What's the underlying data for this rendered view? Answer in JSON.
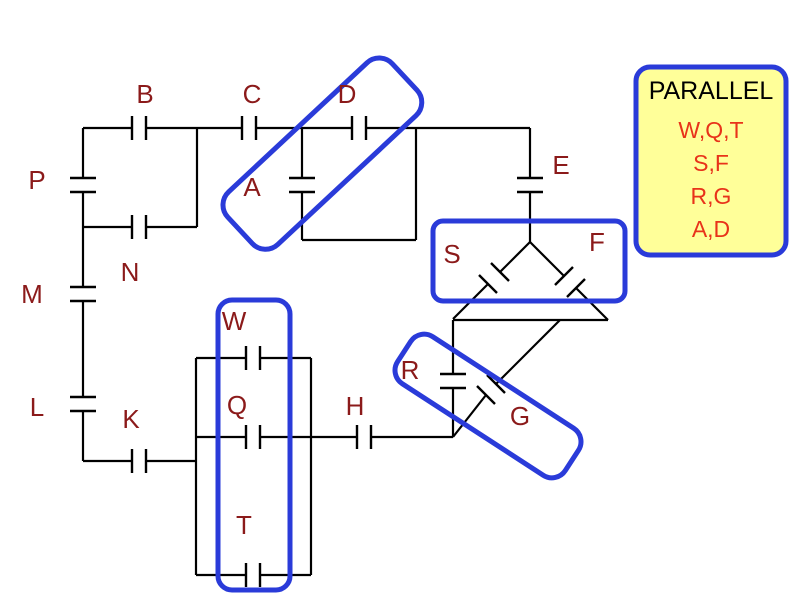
{
  "colors": {
    "label": "#8b1a1a",
    "highlight": "#2a3bd9",
    "legend_bg": "#ffff99",
    "legend_text": "#e8331a",
    "wire": "#000000"
  },
  "labels": {
    "A": "A",
    "B": "B",
    "C": "C",
    "D": "D",
    "E": "E",
    "F": "F",
    "G": "G",
    "H": "H",
    "K": "K",
    "L": "L",
    "M": "M",
    "N": "N",
    "P": "P",
    "Q": "Q",
    "R": "R",
    "S": "S",
    "T": "T",
    "W": "W"
  },
  "legend": {
    "title": "PARALLEL",
    "rows": [
      "W,Q,T",
      "S,F",
      "R,G",
      "A,D"
    ]
  }
}
